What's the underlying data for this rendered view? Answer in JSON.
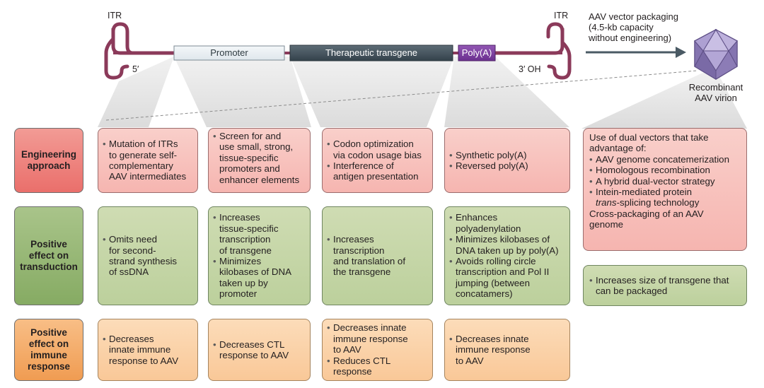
{
  "construct": {
    "itr_left": "ITR",
    "itr_right": "ITR",
    "five_prime": "5′",
    "three_prime": "3′ OH",
    "promoter": "Promoter",
    "transgene": "Therapeutic transgene",
    "polya": "Poly(A)"
  },
  "packaging": {
    "label_line1": "AAV vector packaging",
    "label_line2": "(4.5-kb capacity",
    "label_line3": "without engineering)",
    "virion_line1": "Recombinant",
    "virion_line2": "AAV virion"
  },
  "row_headers": {
    "engineering": [
      "Engineering",
      "approach"
    ],
    "transduction": [
      "Positive",
      "effect on",
      "transduction"
    ],
    "immune": [
      "Positive",
      "effect on",
      "immune",
      "response"
    ]
  },
  "cards": {
    "itr_eng": [
      {
        "b": true,
        "lines": [
          "Mutation of ITRs",
          "to generate self-",
          "complementary",
          "AAV intermediates"
        ]
      }
    ],
    "prom_eng": [
      {
        "b": true,
        "lines": [
          "Screen for and",
          "use small, strong,",
          "tissue-specific",
          "promoters and",
          "enhancer elements"
        ]
      }
    ],
    "trans_eng": [
      {
        "b": true,
        "lines": [
          "Codon optimization",
          "via codon usage bias"
        ]
      },
      {
        "b": true,
        "lines": [
          "Interference of",
          "antigen presentation"
        ]
      }
    ],
    "polya_eng": [
      {
        "b": true,
        "lines": [
          "Synthetic poly(A)"
        ]
      },
      {
        "b": true,
        "lines": [
          "Reversed poly(A)"
        ]
      }
    ],
    "itr_trans": [
      {
        "b": true,
        "lines": [
          "Omits need",
          "for second-",
          "strand synthesis",
          "of ssDNA"
        ]
      }
    ],
    "prom_trans": [
      {
        "b": true,
        "lines": [
          "Increases",
          "tissue-specific",
          "transcription",
          "of transgene"
        ]
      },
      {
        "b": true,
        "lines": [
          "Minimizes",
          "kilobases of DNA",
          "taken up by",
          "promoter"
        ]
      }
    ],
    "trans_trans": [
      {
        "b": true,
        "lines": [
          "Increases",
          "transcription",
          "and translation of",
          "the transgene"
        ]
      }
    ],
    "polya_trans": [
      {
        "b": true,
        "lines": [
          "Enhances",
          "polyadenylation"
        ]
      },
      {
        "b": true,
        "lines": [
          "Minimizes kilobases of",
          "DNA taken up by poly(A)"
        ]
      },
      {
        "b": true,
        "lines": [
          "Avoids rolling circle",
          "transcription and Pol II",
          "jumping (between",
          "concatamers)"
        ]
      }
    ],
    "itr_imm": [
      {
        "b": true,
        "lines": [
          "Decreases",
          "innate immune",
          "response to AAV"
        ]
      }
    ],
    "prom_imm": [
      {
        "b": true,
        "lines": [
          "Decreases CTL",
          "response to AAV"
        ]
      }
    ],
    "trans_imm": [
      {
        "b": true,
        "lines": [
          "Decreases innate",
          "immune response",
          "to AAV"
        ]
      },
      {
        "b": true,
        "lines": [
          "Reduces CTL",
          "response"
        ]
      }
    ],
    "polya_imm": [
      {
        "b": true,
        "lines": [
          "Decreases innate",
          "immune response",
          "to AAV"
        ]
      }
    ],
    "pack_eng": [
      {
        "b": false,
        "lines": [
          "Use of dual vectors that take",
          "advantage of:"
        ]
      },
      {
        "b": true,
        "lines": [
          "AAV genome concatemerization"
        ]
      },
      {
        "b": true,
        "lines": [
          "Homologous recombination"
        ]
      },
      {
        "b": true,
        "lines": [
          "A hybrid dual-vector strategy"
        ]
      },
      {
        "b": true,
        "lines": [
          "Intein-mediated protein",
          "trans-splicing technology"
        ],
        "italic_word": "trans"
      },
      {
        "b": false,
        "lines": [
          "Cross-packaging of an AAV",
          "genome"
        ]
      }
    ],
    "pack_trans": [
      {
        "b": true,
        "lines": [
          "Increases size of transgene that",
          "can be packaged"
        ]
      }
    ]
  },
  "colors": {
    "pink_card": "#f7c2bd",
    "green_card": "#c4d5a6",
    "orange_card": "#fad1a8",
    "pink_header": "#ee8580",
    "green_header": "#97b878",
    "orange_header": "#f4ac6c",
    "itr_strand": "#8b3a5a",
    "promoter_box": "#e8eef2",
    "transgene_box": "#3f4f5a",
    "polya_box": "#7b3f9e",
    "virion": "#9c8bc2"
  }
}
